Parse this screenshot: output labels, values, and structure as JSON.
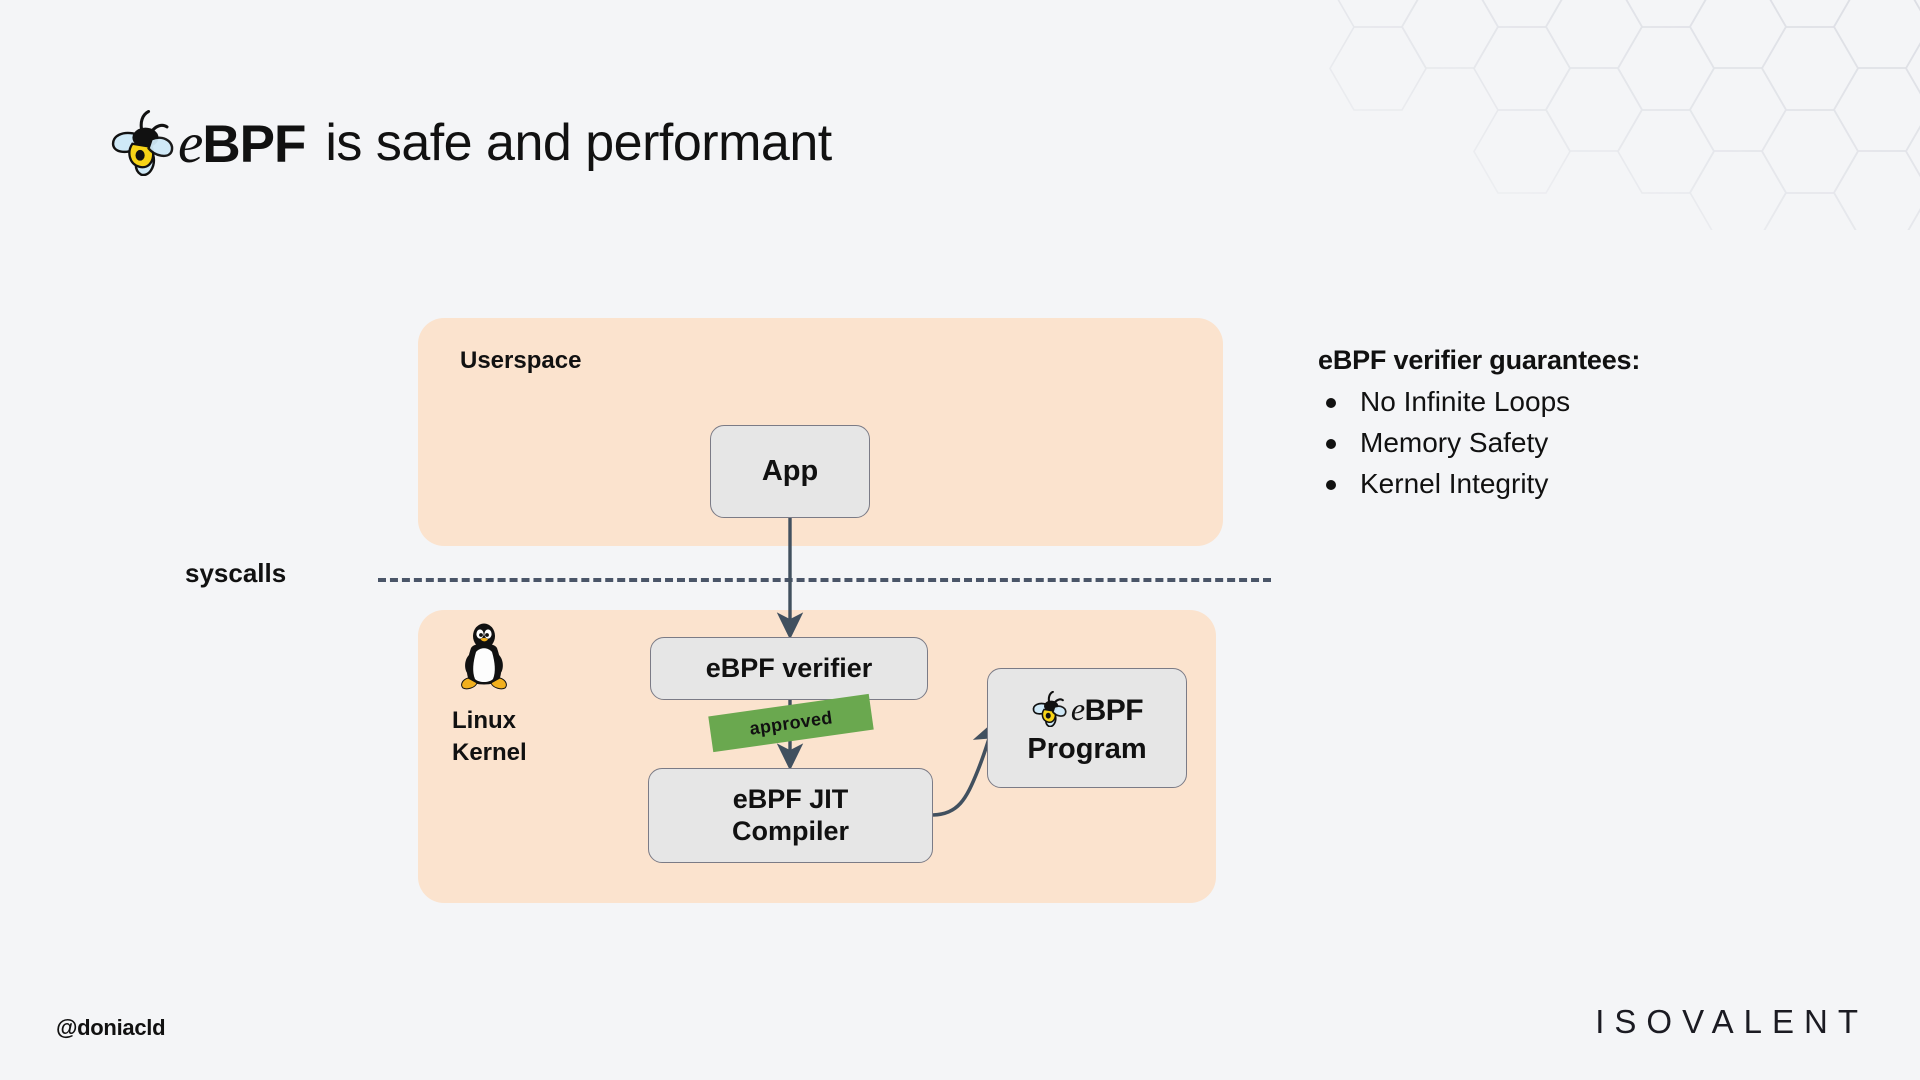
{
  "slide": {
    "background_color": "#f4f5f7",
    "title": {
      "logo_icon": "ebpf-bee-logo-icon",
      "brand_e": "e",
      "brand_bpf": "BPF",
      "rest": "is safe and performant"
    }
  },
  "diagram": {
    "zones": [
      {
        "id": "userspace",
        "label": "Userspace",
        "fill": "#fbe3ce"
      },
      {
        "id": "kernel",
        "label": "Linux\nKernel",
        "fill": "#fbe3ce",
        "icon": "linux-tux-icon"
      }
    ],
    "nodes": [
      {
        "id": "app",
        "label": "App",
        "fill": "#e6e6e6"
      },
      {
        "id": "verifier",
        "label": "eBPF verifier",
        "fill": "#e6e6e6"
      },
      {
        "id": "jit",
        "label": "eBPF JIT\nCompiler",
        "fill": "#e6e6e6"
      },
      {
        "id": "program",
        "brand_e": "e",
        "brand_bpf": "BPF",
        "word": "Program",
        "fill": "#e6e6e6",
        "icon": "ebpf-bee-logo-icon"
      }
    ],
    "divider": {
      "label": "syscalls",
      "style": "dashed",
      "color": "#4a5568"
    },
    "badge": {
      "label": "approved",
      "color": "#6aa84f",
      "rotation_deg": -8
    },
    "connectors": [
      {
        "from": "app",
        "to": "verifier",
        "style": "straight-arrow"
      },
      {
        "from": "verifier",
        "to": "jit",
        "style": "straight-arrow"
      },
      {
        "from": "jit",
        "to": "program",
        "style": "curved-arrow"
      }
    ]
  },
  "guarantees": {
    "title": "eBPF verifier guarantees:",
    "items": [
      "No Infinite Loops",
      "Memory Safety",
      "Kernel Integrity"
    ]
  },
  "footer": {
    "handle": "@doniacld",
    "brand": "ISOVALENT"
  }
}
